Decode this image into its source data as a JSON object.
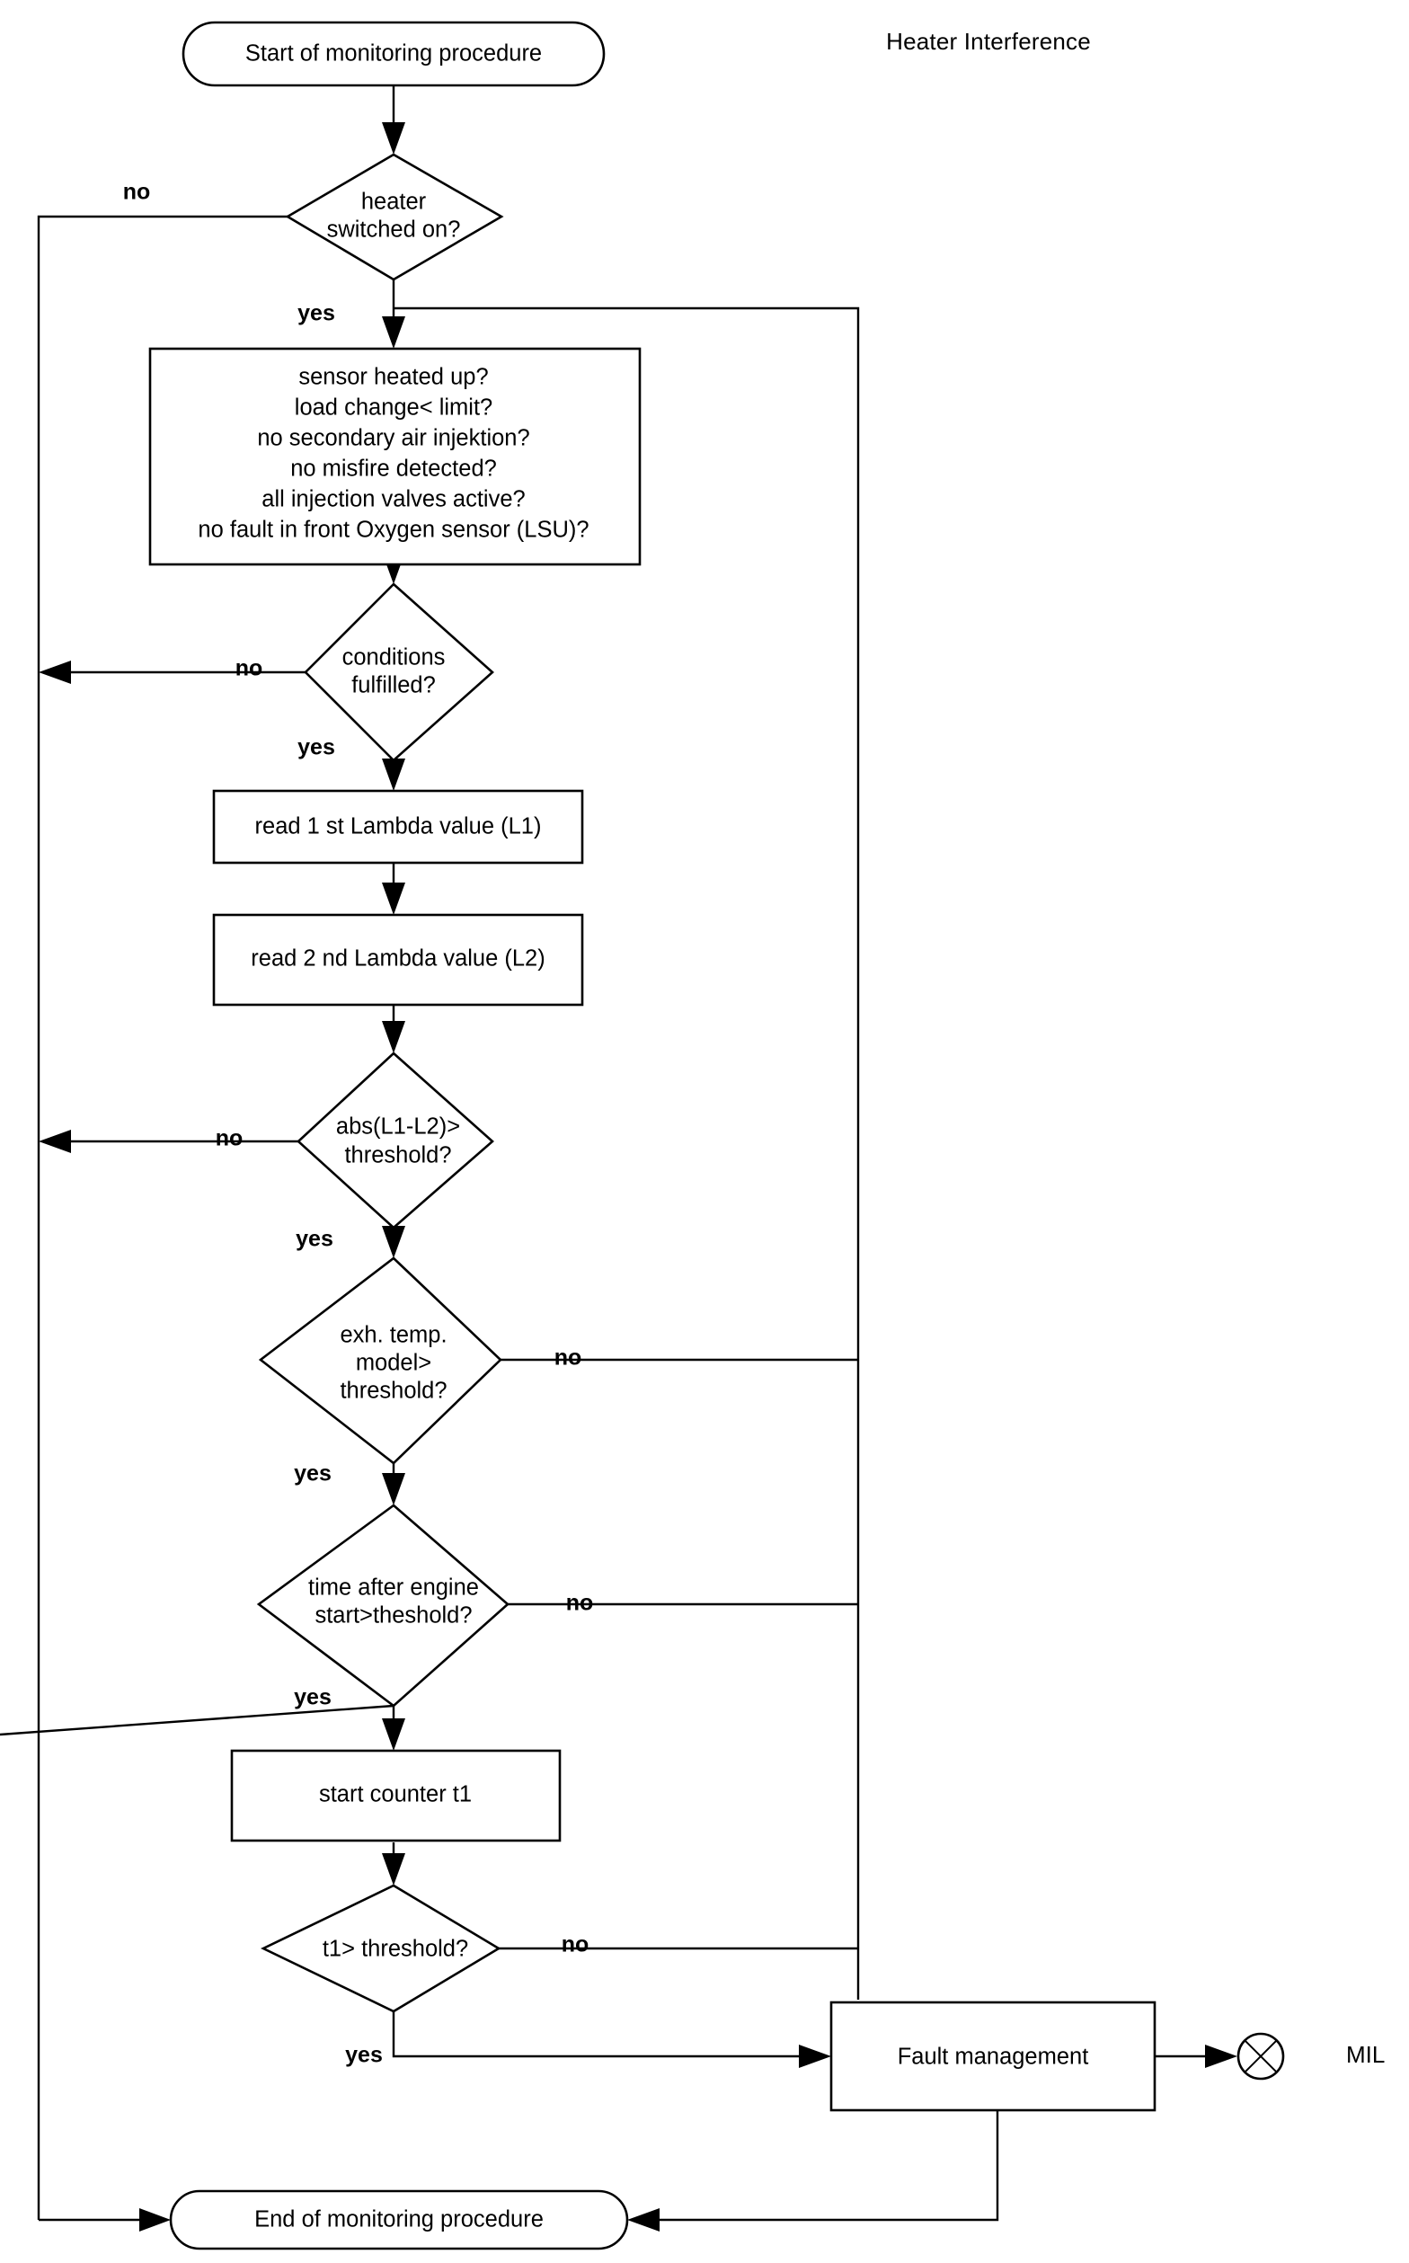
{
  "diagram": {
    "title": "Heater Interference",
    "type": "flowchart",
    "start_terminator": "Start of monitoring procedure",
    "end_terminator": "End of monitoring procedure",
    "mil_label": "MIL",
    "branch_yes": "yes",
    "branch_no": "no"
  },
  "nodes": {
    "start": {
      "label": "Start of monitoring procedure",
      "shape": "terminator"
    },
    "heater_switched_on": {
      "label_line1": "heater",
      "label_line2": "switched on?",
      "shape": "decision"
    },
    "conditions_box": {
      "shape": "process",
      "lines": [
        "sensor heated up?",
        "load change< limit?",
        "no secondary air injektion?",
        "no misfire detected?",
        "all injection valves active?",
        "no fault in front Oxygen sensor (LSU)?"
      ]
    },
    "conditions_fulfilled": {
      "label_line1": "conditions",
      "label_line2": "fulfilled?",
      "shape": "decision"
    },
    "read_l1": {
      "label": "read 1 st Lambda value (L1)",
      "shape": "process"
    },
    "read_l2": {
      "label": "read 2 nd Lambda value (L2)",
      "shape": "process"
    },
    "abs_diff": {
      "label_line1": "abs(L1-L2)>",
      "label_line2": "threshold?",
      "shape": "decision"
    },
    "exh_temp": {
      "label_line1": "exh. temp.",
      "label_line2": "model>",
      "label_line3": "threshold?",
      "shape": "decision"
    },
    "time_after_start": {
      "label_line1": "time after engine",
      "label_line2": "start>theshold?",
      "shape": "decision"
    },
    "start_counter": {
      "label": "start counter t1",
      "shape": "process"
    },
    "t1_threshold": {
      "label": "t1> threshold?",
      "shape": "decision"
    },
    "fault_management": {
      "label": "Fault management",
      "shape": "process"
    },
    "mil_indicator": {
      "label": "MIL",
      "shape": "circle-x"
    },
    "end": {
      "label": "End of monitoring procedure",
      "shape": "terminator"
    }
  },
  "edges": {
    "heater_no": "no",
    "heater_yes": "yes",
    "conditions_no": "no",
    "conditions_yes": "yes",
    "abs_no": "no",
    "abs_yes": "yes",
    "exh_no": "no",
    "exh_yes": "yes",
    "time_no": "no",
    "time_yes": "yes",
    "t1_no": "no",
    "t1_yes": "yes"
  },
  "colors": {
    "stroke": "#000000",
    "fill": "#ffffff",
    "background": "#ffffff"
  }
}
